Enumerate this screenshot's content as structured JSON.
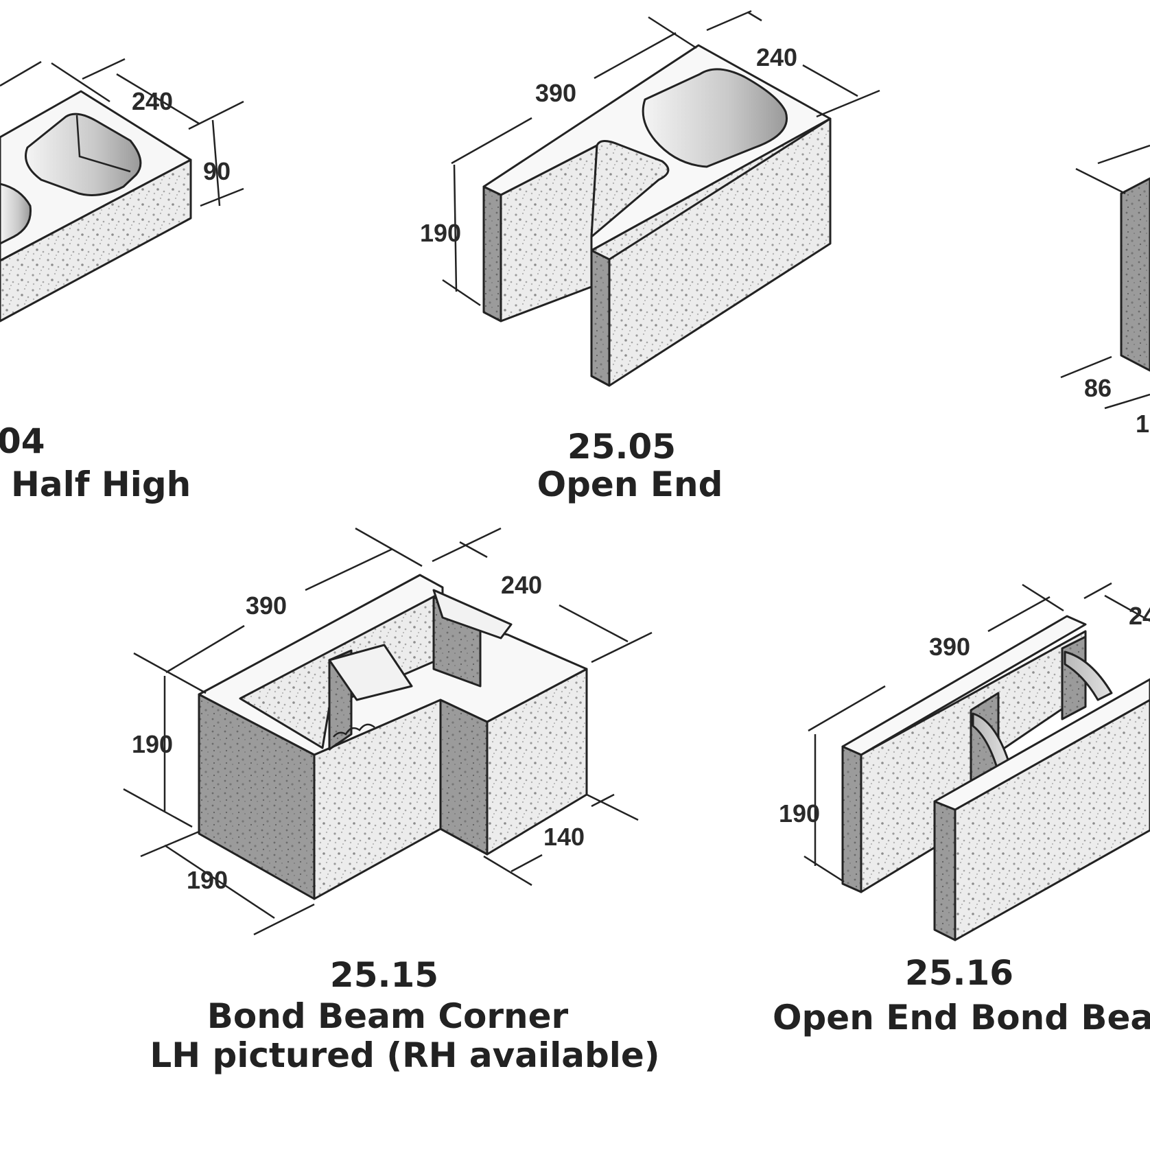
{
  "blocks": [
    {
      "code": "04",
      "name": "Half High",
      "dimensions": [
        "240",
        "90"
      ]
    },
    {
      "code": "25.05",
      "name": "Open End",
      "dimensions": [
        "390",
        "240",
        "190"
      ]
    },
    {
      "dimensions": [
        "86",
        "1"
      ]
    },
    {
      "code": "25.15",
      "name": "Bond Beam Corner",
      "note": "LH pictured (RH available)",
      "dimensions": [
        "390",
        "240",
        "190",
        "190",
        "140"
      ]
    },
    {
      "code": "25.16",
      "name": "Open End Bond Bea",
      "dimensions": [
        "390",
        "24",
        "190"
      ]
    }
  ],
  "colors": {
    "face_light": "#ebebeb",
    "face_mid": "#cfcfcf",
    "face_dark": "#8f8f8f",
    "ink": "#222222"
  }
}
